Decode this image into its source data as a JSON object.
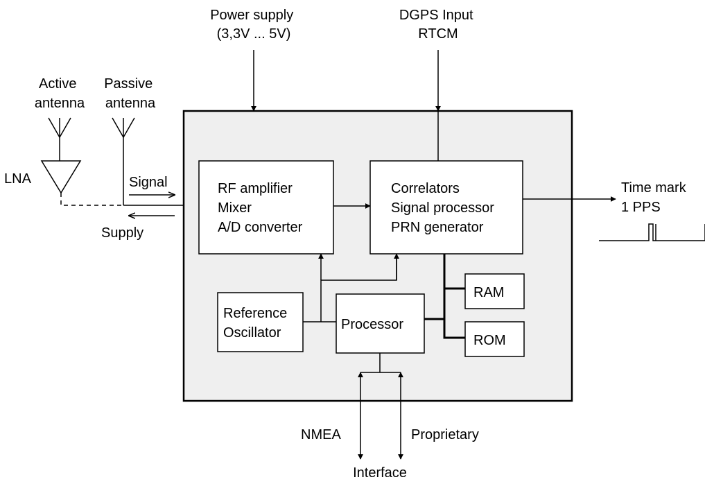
{
  "inputs": {
    "power_supply": [
      "Power supply",
      "(3,3V ... 5V)"
    ],
    "dgps": [
      "DGPS Input",
      "RTCM"
    ],
    "active_antenna": [
      "Active",
      "antenna"
    ],
    "passive_antenna": [
      "Passive",
      "antenna"
    ],
    "lna": "LNA",
    "signal": "Signal",
    "supply": "Supply"
  },
  "blocks": {
    "rf": [
      "RF amplifier",
      "Mixer",
      "A/D converter"
    ],
    "correlators": [
      "Correlators",
      "Signal processor",
      "PRN generator"
    ],
    "reference": [
      "Reference",
      "Oscillator"
    ],
    "processor": "Processor",
    "ram": "RAM",
    "rom": "ROM"
  },
  "outputs": {
    "time_mark": [
      "Time mark",
      "1 PPS"
    ],
    "nmea": "NMEA",
    "proprietary": "Proprietary",
    "interface": "Interface"
  },
  "colors": {
    "module_fill": "#efefef",
    "line": "#000000"
  }
}
